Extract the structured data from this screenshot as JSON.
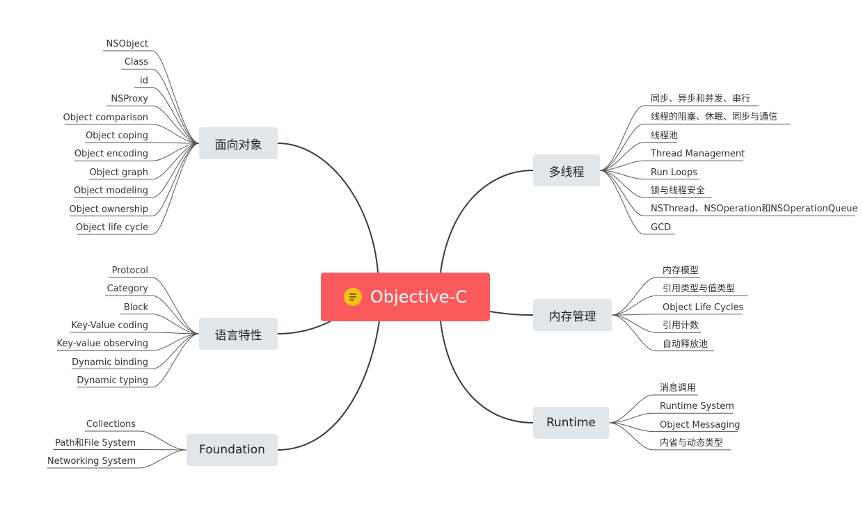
{
  "root": {
    "label": "Objective-C",
    "icon": "document-lines-icon",
    "color": "#fa5a5c",
    "icon_color": "#f5c117"
  },
  "branches": [
    {
      "id": "oop",
      "label": "面向对象",
      "side": "left",
      "children": [
        "NSObject",
        "Class",
        "id",
        "NSProxy",
        "Object comparison",
        "Object coping",
        "Object encoding",
        "Object graph",
        "Object modeling",
        "Object ownership",
        "Object life cycle"
      ]
    },
    {
      "id": "lang",
      "label": "语言特性",
      "side": "left",
      "children": [
        "Protocol",
        "Category",
        "Block",
        "Key-Value coding",
        "Key-value observing",
        "Dynamic binding",
        "Dynamic typing"
      ]
    },
    {
      "id": "foundation",
      "label": "Foundation",
      "side": "left",
      "children": [
        "Collections",
        "Path和File System",
        "Networking System"
      ]
    },
    {
      "id": "thread",
      "label": "多线程",
      "side": "right",
      "children": [
        "同步、异步和并发、串行",
        "线程的阻塞、休眠、同步与通信",
        "线程池",
        "Thread Management",
        "Run Loops",
        "锁与线程安全",
        "NSThread、NSOperation和NSOperationQueue",
        "GCD"
      ]
    },
    {
      "id": "memory",
      "label": "内存管理",
      "side": "right",
      "children": [
        "内存模型",
        "引用类型与值类型",
        "Object Life Cycles",
        "引用计数",
        "自动释放池"
      ]
    },
    {
      "id": "runtime",
      "label": "Runtime",
      "side": "right",
      "children": [
        "消息调用",
        "Runtime System",
        "Object Messaging",
        "内省与动态类型"
      ]
    }
  ],
  "colors": {
    "branch_bg": "#e3e6e8",
    "line": "#3a3a3a",
    "leaf_line": "#555555"
  }
}
